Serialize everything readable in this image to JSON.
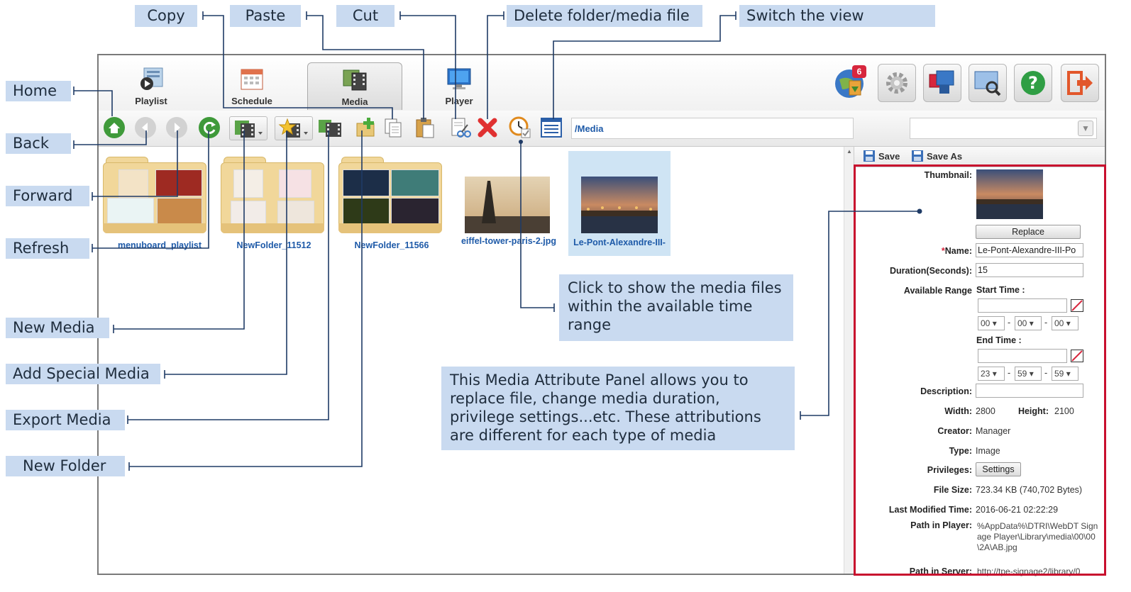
{
  "callouts": {
    "copy": "Copy",
    "paste": "Paste",
    "cut": "Cut",
    "delete": "Delete folder/media file",
    "switch_view": "Switch the view",
    "home": "Home",
    "back": "Back",
    "forward": "Forward",
    "refresh": "Refresh",
    "new_media": "New Media",
    "add_special_media": "Add Special Media",
    "export_media": "Export Media",
    "new_folder": "New Folder",
    "time_range": "Click to show the media files within the available time range",
    "attribute_panel": "This Media Attribute Panel allows you to replace file, change media duration, privilege settings...etc. These attributions are different for each type of media"
  },
  "tabs": [
    {
      "label": "Playlist"
    },
    {
      "label": "Schedule"
    },
    {
      "label": "Media"
    },
    {
      "label": "Player"
    }
  ],
  "notification_badge": "6",
  "path": "/Media",
  "items": [
    {
      "name": "menuboard_playlist",
      "type": "folder"
    },
    {
      "name": "NewFolder_11512",
      "type": "folder"
    },
    {
      "name": "NewFolder_11566",
      "type": "folder"
    },
    {
      "name": "eiffel-tower-paris-2.jpg",
      "type": "image"
    },
    {
      "name": "Le-Pont-Alexandre-III-",
      "type": "image"
    }
  ],
  "panel": {
    "save": "Save",
    "save_as": "Save As",
    "thumbnail_label": "Thumbnail:",
    "replace": "Replace",
    "required_mark": "*",
    "name_label": "Name:",
    "name_value": "Le-Pont-Alexandre-III-Po",
    "duration_label": "Duration(Seconds):",
    "duration_value": "15",
    "range_label": "Available Range",
    "start_label": "Start Time :",
    "end_label": "End Time :",
    "start_h": "00",
    "start_m": "00",
    "start_s": "00",
    "end_h": "23",
    "end_m": "59",
    "end_s": "59",
    "time_sep": "-",
    "description_label": "Description:",
    "width_label": "Width:",
    "width_value": "2800",
    "height_label": "Height:",
    "height_value": "2100",
    "creator_label": "Creator:",
    "creator_value": "Manager",
    "type_label": "Type:",
    "type_value": "Image",
    "privileges_label": "Privileges:",
    "settings": "Settings",
    "filesize_label": "File Size:",
    "filesize_value": "723.34 KB (740,702 Bytes)",
    "modified_label": "Last Modified Time:",
    "modified_value": "2016-06-21 02:22:29",
    "path_player_label": "Path in Player:",
    "path_player_value": "%AppData%\\DTRI\\WebDT Signage Player\\Library\\media\\00\\00\\2A\\AB.jpg",
    "path_server_label": "Path in Server:",
    "path_server_value": "http://tpe-signage2/library/0"
  },
  "colors": {
    "callout_bg": "#c9daf0",
    "leader_line": "#1f3b66",
    "link_blue": "#1e5aa8",
    "highlight_frame": "#c8102e"
  }
}
